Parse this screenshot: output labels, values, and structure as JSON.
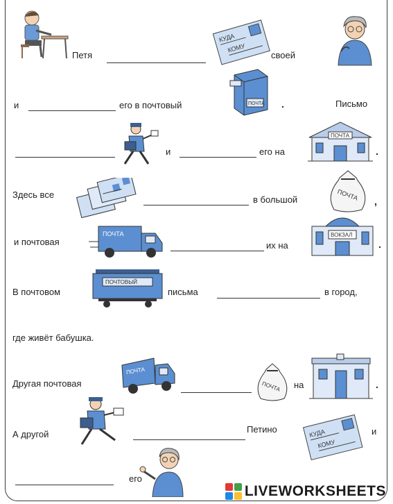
{
  "worksheet": {
    "l1_petya": "Петя",
    "l1_svoey": "своей",
    "l2_i": "и",
    "l2_ego_v_pochtovy": "его в почтовый",
    "l2_dot": ".",
    "l2_pismo": "Письмо",
    "l3_i": "и",
    "l3_ego_na": "его на",
    "l3_dot": ".",
    "l4_zdes_vse": "Здесь все",
    "l4_v_bolshoy": "в большой",
    "l4_comma": ",",
    "l5_i_pochtovaya": "и почтовая",
    "l5_ikh_na": "их на",
    "l5_dot": ".",
    "l6_v_pochtovom": "В почтовом",
    "l6_pisma": "письма",
    "l6_v_gorod": "в город,",
    "l7_gde_zhivyot": "где живёт бабушка.",
    "l8_drugaya": "Другая почтовая",
    "l8_na": "на",
    "l8_dot": ".",
    "l9_a_drugoy": "А другой",
    "l9_petino": "Петино",
    "l9_i": "и",
    "l10_ego": "его",
    "l10_dot": "."
  },
  "pictures": {
    "envelope_label_1": "КУДА",
    "envelope_label_2": "КОМУ",
    "mailbox_label": "ПОЧТА",
    "post_office_sign": "ПОЧТА",
    "mailbag_label": "ПОЧТА",
    "van_label": "ПОЧТА",
    "station_sign": "ВОКЗАЛ",
    "rail_car_label": "ПОЧТОВЫЙ"
  },
  "branding": {
    "logo_text": "LIVEWORKSHEETS",
    "logo_live": "LIVE",
    "accent_colors": [
      "#e53935",
      "#43a047",
      "#1e88e5",
      "#fbc02d"
    ]
  },
  "colors": {
    "illustration_blue": "#5b8fd1",
    "ink": "#333333"
  }
}
